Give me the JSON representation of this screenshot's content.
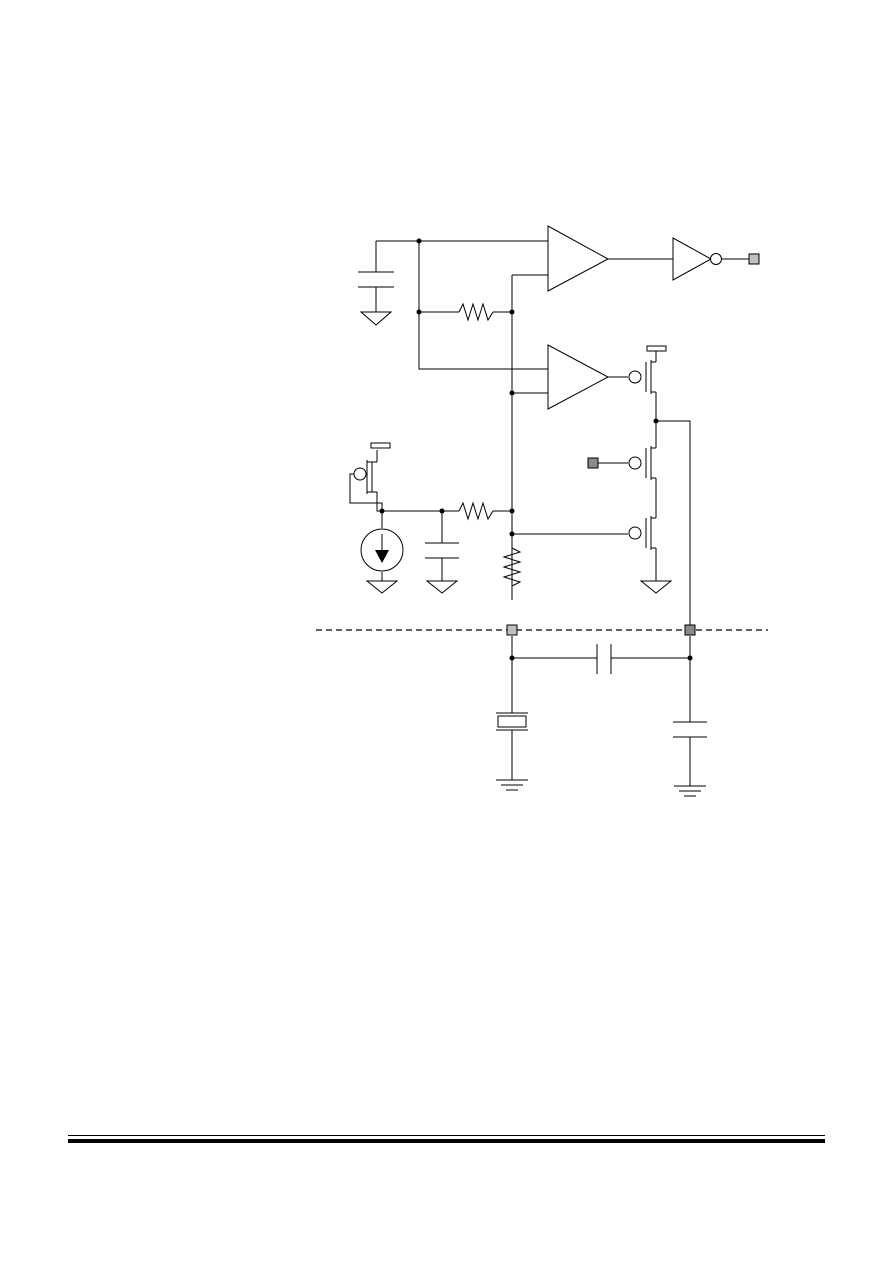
{
  "diagram": {
    "kind": "schematic",
    "text_labels": [],
    "line_color": "#000000",
    "pad_fill": "#bfbfbf",
    "components": [
      {
        "id": "c_top",
        "type": "capacitor"
      },
      {
        "id": "r_fb",
        "type": "resistor"
      },
      {
        "id": "comp1",
        "type": "comparator"
      },
      {
        "id": "inv1",
        "type": "inverter"
      },
      {
        "id": "pad_out",
        "type": "pad"
      },
      {
        "id": "comp2",
        "type": "comparator"
      },
      {
        "id": "q_drv",
        "type": "pmos"
      },
      {
        "id": "q_mid",
        "type": "pmos"
      },
      {
        "id": "pad_ctrl",
        "type": "pad"
      },
      {
        "id": "q_low",
        "type": "pmos"
      },
      {
        "id": "q_bias",
        "type": "pmos"
      },
      {
        "id": "i_src",
        "type": "current-source"
      },
      {
        "id": "c_bias",
        "type": "capacitor"
      },
      {
        "id": "r_bias",
        "type": "resistor"
      },
      {
        "id": "r_ser",
        "type": "resistor"
      },
      {
        "id": "pad_xtal1",
        "type": "pad"
      },
      {
        "id": "pad_xtal2",
        "type": "pad"
      },
      {
        "id": "c_couple",
        "type": "capacitor"
      },
      {
        "id": "xtal",
        "type": "crystal"
      },
      {
        "id": "c_load",
        "type": "capacitor"
      }
    ]
  }
}
